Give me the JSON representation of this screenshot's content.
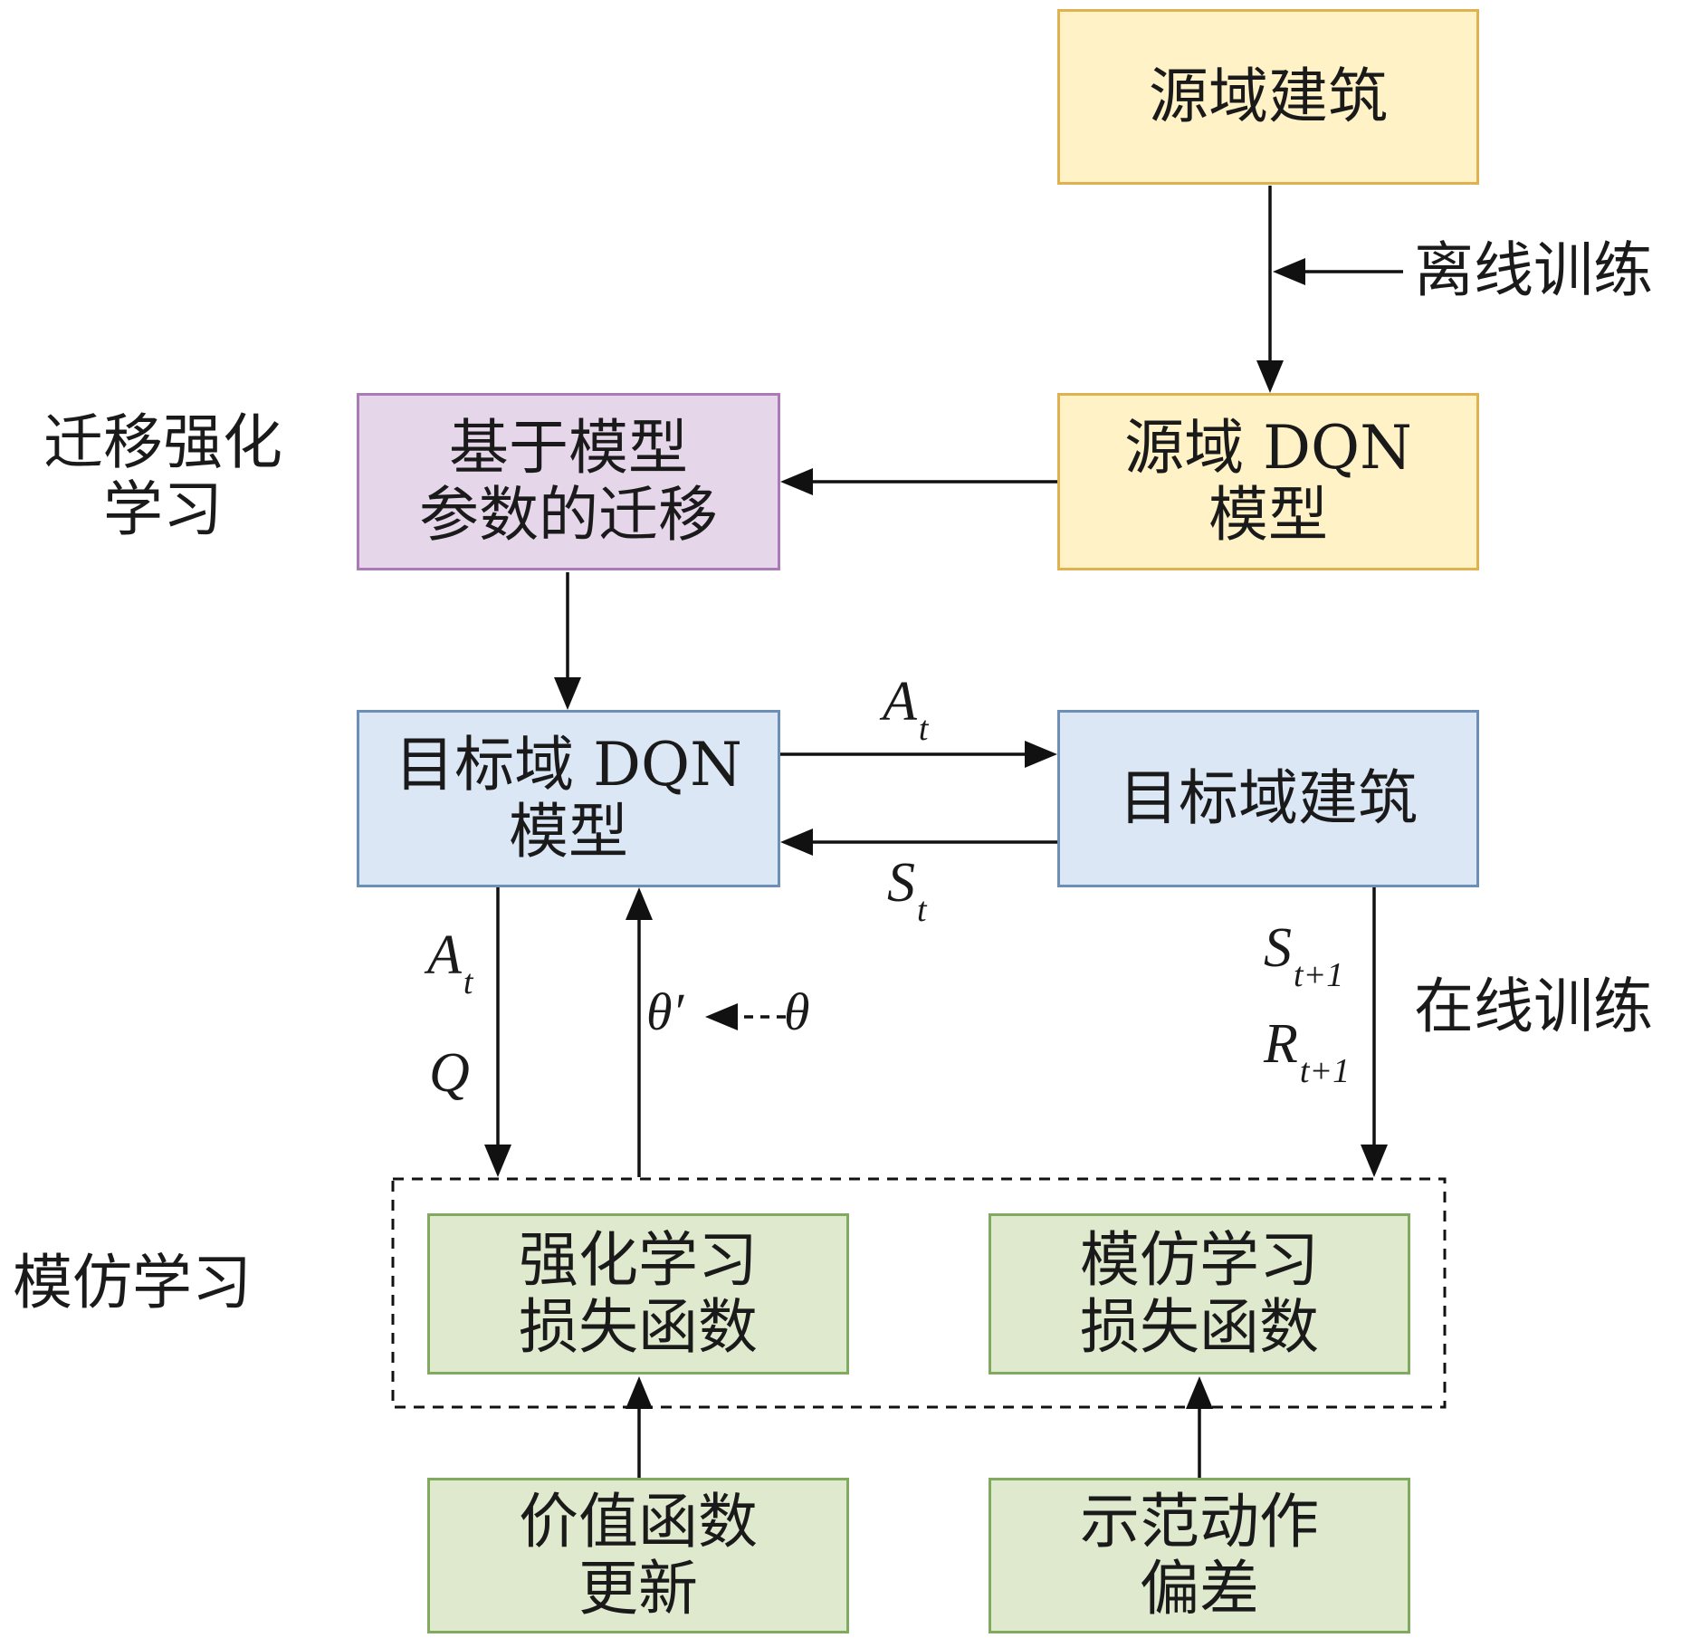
{
  "nodes": {
    "source_building": "源域建筑",
    "source_dqn": [
      "源域 DQN",
      "模型"
    ],
    "param_transfer": [
      "基于模型",
      "参数的迁移"
    ],
    "target_dqn": [
      "目标域 DQN",
      "模型"
    ],
    "target_building": "目标域建筑",
    "rl_loss": [
      "强化学习",
      "损失函数"
    ],
    "il_loss": [
      "模仿学习",
      "损失函数"
    ],
    "value_update": [
      "价值函数",
      "更新"
    ],
    "demo_bias": [
      "示范动作",
      "偏差"
    ]
  },
  "labels": {
    "offline_training": "离线训练",
    "online_training": "在线训练",
    "transfer_rl": [
      "迁移强化",
      "学习"
    ],
    "imitation_learning": "模仿学习"
  },
  "math": {
    "action": {
      "main": "A",
      "sub": "t"
    },
    "state": {
      "main": "S",
      "sub": "t"
    },
    "q": "Q",
    "next_state": {
      "main": "S",
      "sub": "t+1"
    },
    "reward": {
      "main": "R",
      "sub": "t+1"
    },
    "theta_prime": "θ′",
    "theta": "θ"
  },
  "colors": {
    "yellow_fill": "#fff2c6",
    "purple_fill": "#e6d6ea",
    "blue_fill": "#dbe7f5",
    "green_fill": "#dfe9cd",
    "arrow": "#111111"
  }
}
